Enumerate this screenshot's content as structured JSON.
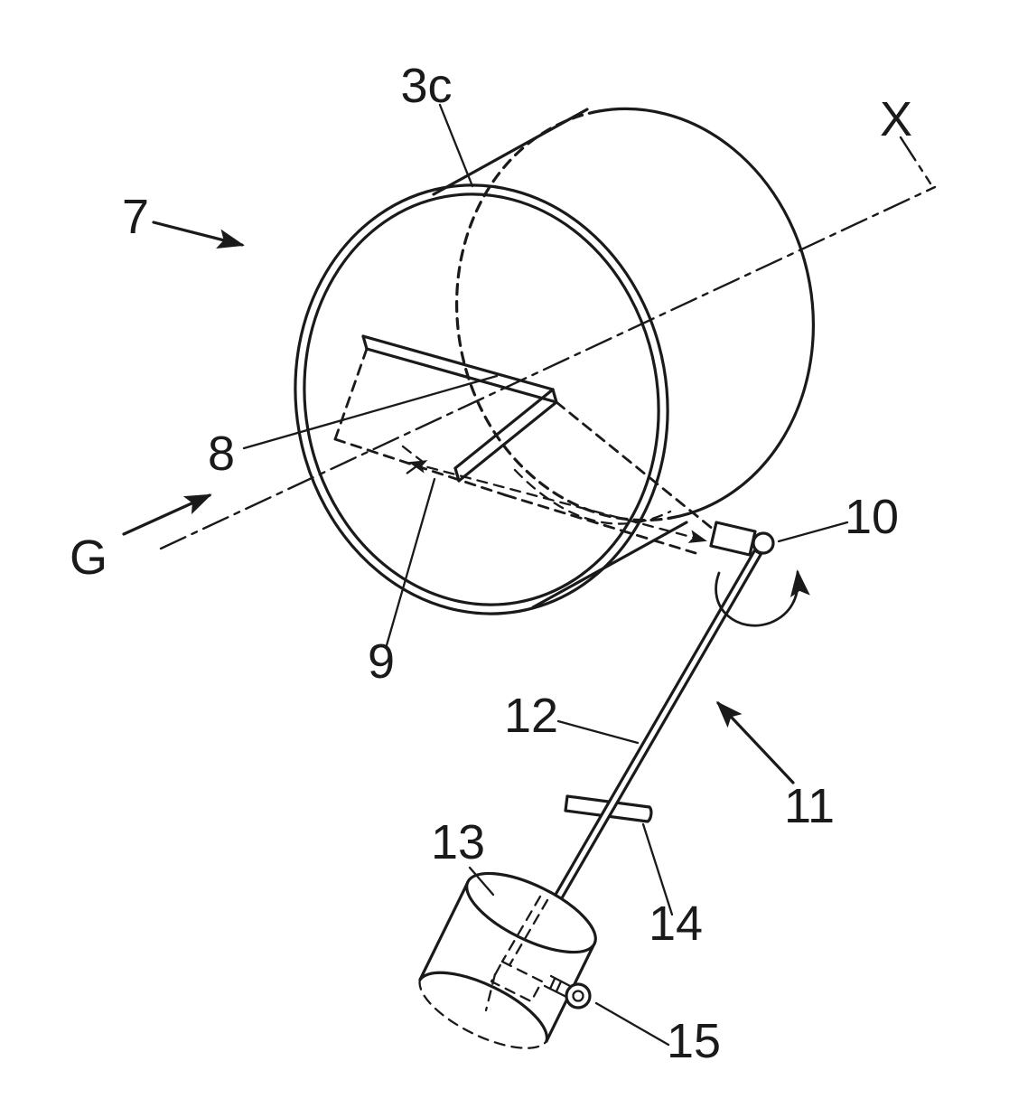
{
  "figure": {
    "background": "#ffffff",
    "ink": "#1a1a1a",
    "labels": {
      "l3c": "3c",
      "lX": "X",
      "l7": "7",
      "l8": "8",
      "lG": "G",
      "l9": "9",
      "l10": "10",
      "l11": "11",
      "l12": "12",
      "l13": "13",
      "l14": "14",
      "l15": "15"
    }
  }
}
